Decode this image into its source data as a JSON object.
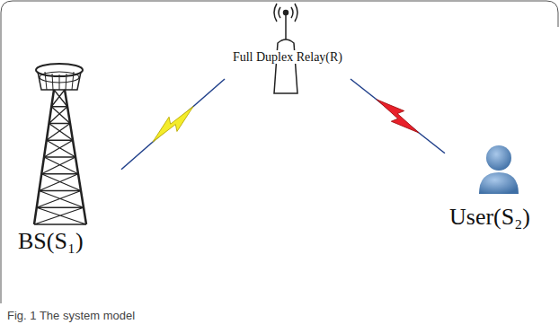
{
  "diagram": {
    "caption": "Fig. 1 The system model",
    "nodes": [
      {
        "text": [
          "BS(S₁)"
        ]
      },
      {
        "text": [
          "Full Duplex Relay(R)"
        ]
      },
      {
        "text": [
          "User(S₂)"
        ]
      }
    ],
    "edges": [
      {
        "from": 0,
        "to": 1,
        "arrow": "none"
      },
      {
        "from": 1,
        "to": 2,
        "arrow": "none"
      }
    ]
  }
}
